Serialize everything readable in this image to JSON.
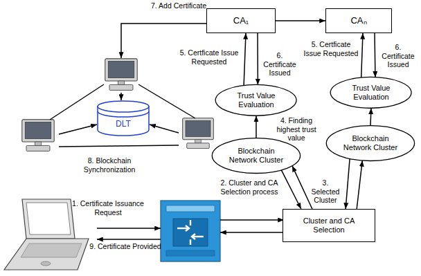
{
  "diagram": {
    "nodes": [
      {
        "text": [
          "CA₁"
        ]
      },
      {
        "text": [
          "CAₙ"
        ]
      },
      {
        "text": [
          "Trust Value Evaluation"
        ]
      },
      {
        "text": [
          "Trust Value Evaluation"
        ]
      },
      {
        "text": [
          "Blockchain Network Cluster"
        ]
      },
      {
        "text": [
          "Blockchain Network Cluster"
        ]
      },
      {
        "text": [
          "Cluster and CA Selection"
        ]
      },
      {
        "text": [
          "DLT"
        ]
      }
    ],
    "edges": [
      {
        "from": 4,
        "to": 2,
        "arrow": "to"
      },
      {
        "from": 5,
        "to": 3,
        "arrow": "to"
      },
      {
        "from": 2,
        "to": 0,
        "arrow": "to"
      },
      {
        "from": 0,
        "to": 2,
        "arrow": "to"
      },
      {
        "from": 3,
        "to": 1,
        "arrow": "to"
      },
      {
        "from": 1,
        "to": 3,
        "arrow": "to"
      },
      {
        "from": 0,
        "to": 1,
        "arrow": "to"
      },
      {
        "from": 4,
        "to": 6,
        "arrow": "to"
      },
      {
        "from": 6,
        "to": 4,
        "arrow": "to"
      },
      {
        "from": 5,
        "to": 6,
        "arrow": "to"
      },
      {
        "from": 6,
        "to": 5,
        "arrow": "to"
      }
    ],
    "labels": [
      "7. Add Certificate",
      "5. Certficate Issue Requested",
      "6. Certificate Issued",
      "5. Certficate Issue Requested",
      "6. Certificate Issued",
      "4. Finding highest trust value",
      "8. Blockchain Synchronization",
      "2. Cluster and CA Selection process",
      "3. Selected Cluster",
      "1. Certificate Issuance Request",
      "9. Certificate Provided"
    ]
  }
}
